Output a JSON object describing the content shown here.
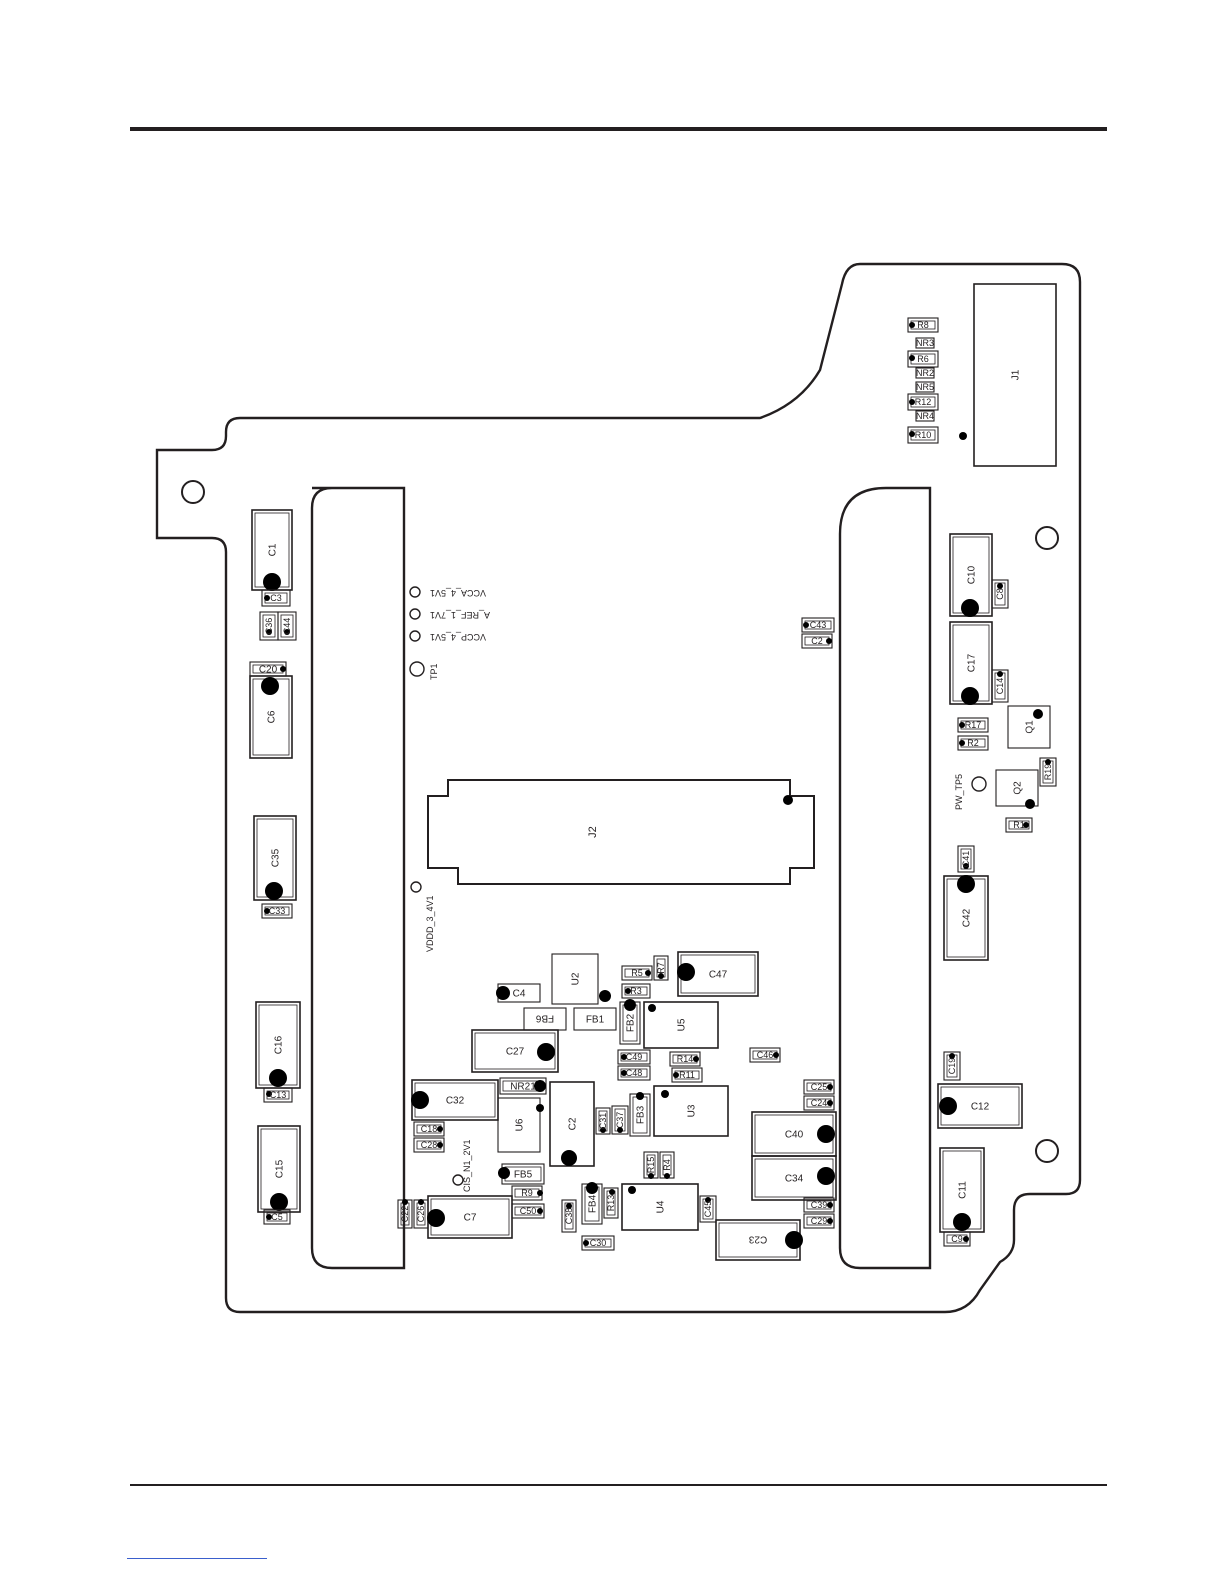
{
  "components": {
    "connectors": [
      "J1",
      "J2"
    ],
    "capacitors": [
      "C1",
      "C2",
      "C3",
      "C4",
      "C5",
      "C6",
      "C7",
      "C8",
      "C9",
      "C10",
      "C11",
      "C12",
      "C13",
      "C14",
      "C15",
      "C16",
      "C17",
      "C18",
      "C19",
      "C20",
      "C22",
      "C23",
      "C24",
      "C25",
      "C26",
      "C27",
      "C28",
      "C29",
      "C30",
      "C31",
      "C32",
      "C33",
      "C34",
      "C35",
      "C36",
      "C37",
      "C38",
      "C39",
      "C40",
      "C41",
      "C42",
      "C43",
      "C44",
      "C45",
      "C46",
      "C47",
      "C48",
      "C49",
      "C50"
    ],
    "resistors": [
      "R1",
      "R2",
      "R3",
      "R4",
      "R5",
      "R6",
      "R7",
      "R8",
      "R9",
      "R10",
      "R11",
      "R12",
      "R13",
      "R14",
      "R15",
      "R17",
      "R19"
    ],
    "resistor_networks": [
      "NR2",
      "NR3",
      "NR4",
      "NR5",
      "NR21"
    ],
    "ferrite_beads": [
      "FB1",
      "FB2",
      "FB3",
      "FB4",
      "FB5",
      "FB6"
    ],
    "ics": [
      "U2",
      "U3",
      "U4",
      "U5",
      "U6"
    ],
    "transistors": [
      "Q1",
      "Q2"
    ]
  },
  "test_points": [
    "VCCA_4_5V1",
    "A_REF_1_7V1",
    "VCCP_4_5V1",
    "TP1",
    "VDDD_3_4V1",
    "CIS_N1_2V1",
    "PW_TP5"
  ]
}
